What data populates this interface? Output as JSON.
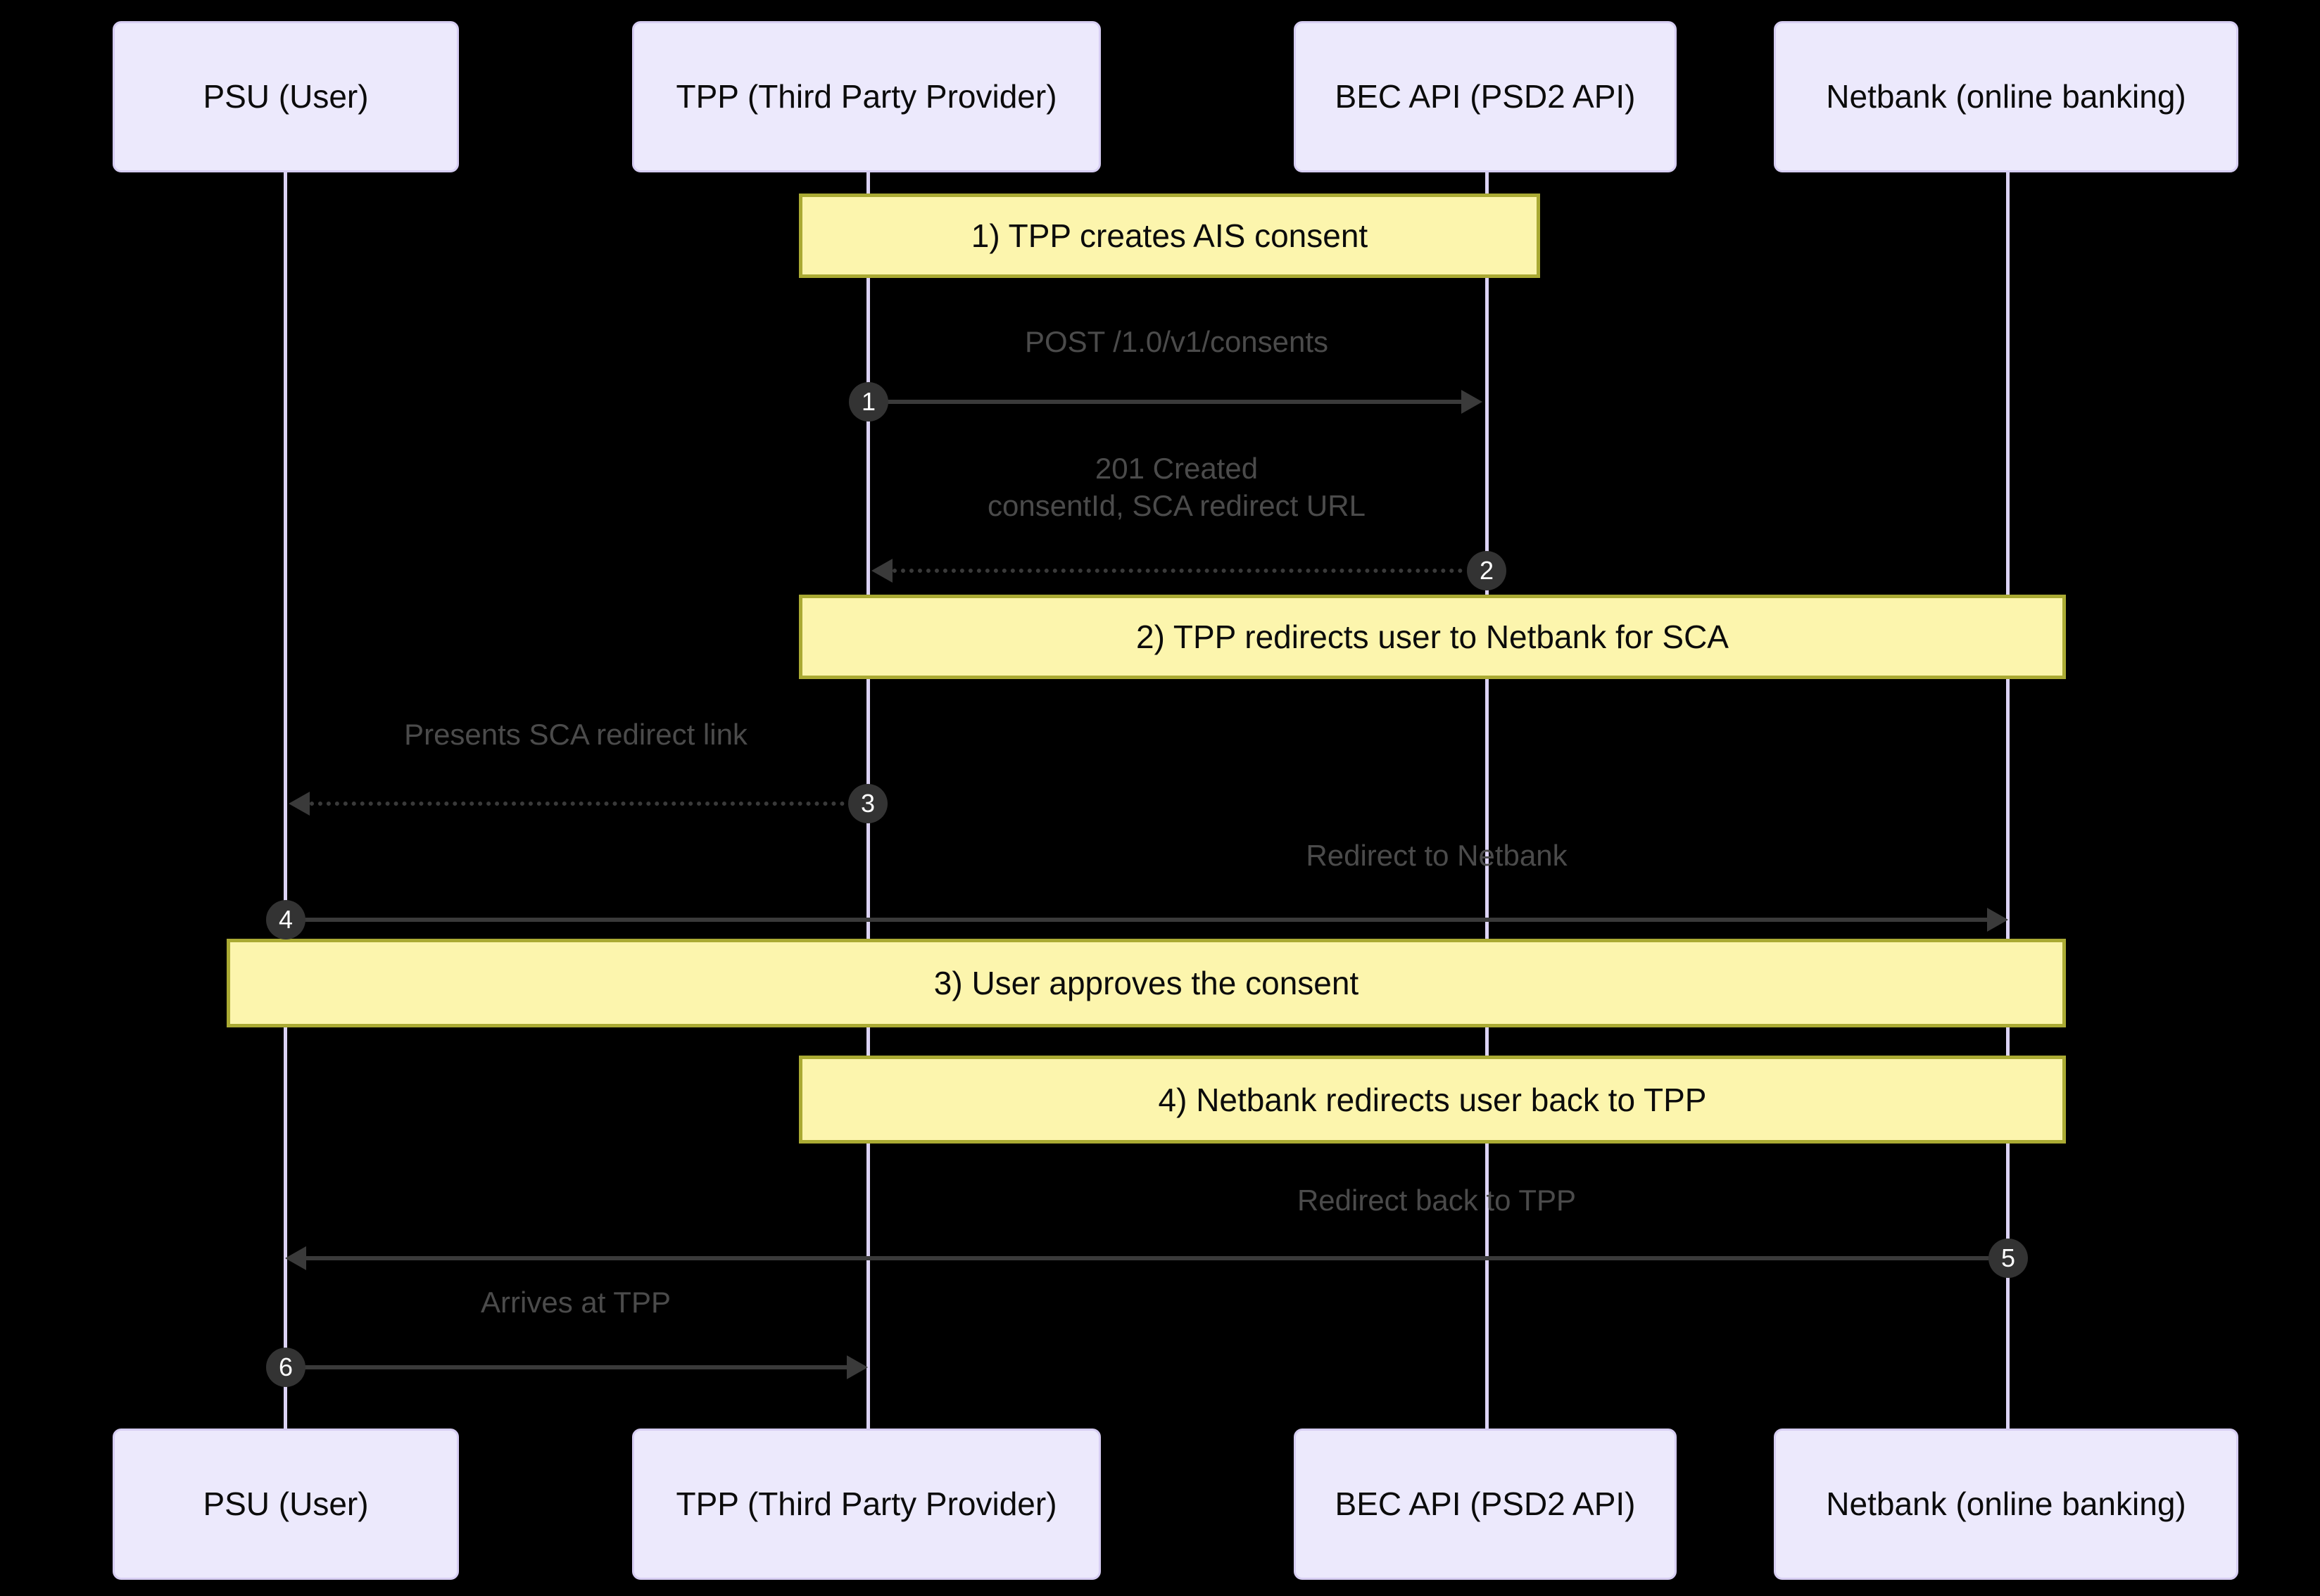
{
  "diagram": {
    "type": "sequence-diagram",
    "title": "PSD2 AIS consent flow",
    "background_color": "#000000",
    "actor_fill": "#ECE9FC",
    "actor_border": "#D6CDF2",
    "note_fill": "#FCF5AD",
    "note_border": "#AAAA33",
    "lifeline_color": "#DCD3F5",
    "message_color": "#3a3a3a",
    "label_color": "#4b4b4b",
    "seqnum_fill": "#333333",
    "seqnum_text_color": "#ffffff"
  },
  "participants": [
    {
      "id": "psu",
      "label": "PSU (User)"
    },
    {
      "id": "tpp",
      "label": "TPP (Third Party Provider)"
    },
    {
      "id": "bec",
      "label": "BEC API (PSD2 API)"
    },
    {
      "id": "netbank",
      "label": "Netbank (online banking)"
    }
  ],
  "notes": [
    {
      "id": "note1",
      "text": "1) TPP creates AIS consent"
    },
    {
      "id": "note2",
      "text": "2) TPP redirects user to Netbank for SCA"
    },
    {
      "id": "note3",
      "text": "3) User approves the consent"
    },
    {
      "id": "note4",
      "text": "4) Netbank redirects user back to TPP"
    }
  ],
  "messages": [
    {
      "seq": "1",
      "label": "POST /1.0/v1/consents",
      "from": "tpp",
      "to": "bec",
      "style": "solid",
      "direction": "right"
    },
    {
      "seq": "2",
      "label": "201 Created\nconsentId, SCA redirect URL",
      "from": "bec",
      "to": "tpp",
      "style": "dashed",
      "direction": "left"
    },
    {
      "seq": "3",
      "label": "Presents SCA redirect link",
      "from": "tpp",
      "to": "psu",
      "style": "dashed",
      "direction": "left"
    },
    {
      "seq": "4",
      "label": "Redirect to Netbank",
      "from": "psu",
      "to": "netbank",
      "style": "solid",
      "direction": "right"
    },
    {
      "seq": "5",
      "label": "Redirect back to TPP",
      "from": "netbank",
      "to": "psu",
      "style": "solid",
      "direction": "left"
    },
    {
      "seq": "6",
      "label": "Arrives at TPP",
      "from": "psu",
      "to": "tpp",
      "style": "solid",
      "direction": "right"
    }
  ]
}
